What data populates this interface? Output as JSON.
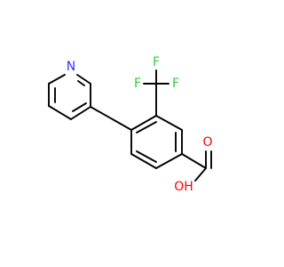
{
  "colors": {
    "bond": "#000000",
    "nitrogen": "#3333ff",
    "oxygen": "#ff0000",
    "fluorine": "#33cc33"
  },
  "atoms": {
    "pyridine_n": "N",
    "fluorine_top": "F",
    "fluorine_left": "F",
    "fluorine_right": "F",
    "carbonyl_oxygen": "O",
    "hydroxyl": "OH"
  }
}
